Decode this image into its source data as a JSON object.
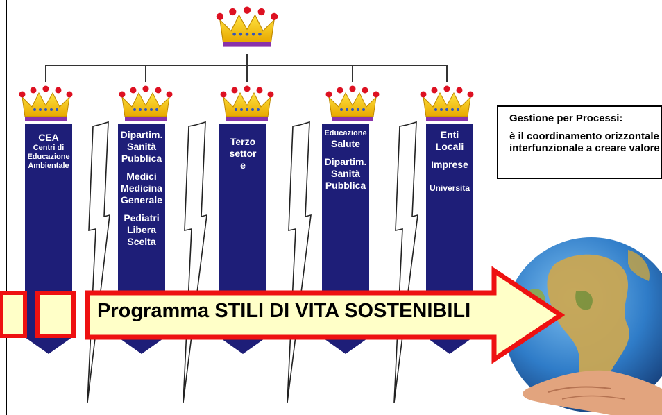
{
  "banners": [
    {
      "id": "cea",
      "lines": [
        {
          "text": "CEA",
          "size": "big"
        },
        {
          "text": "Centri di",
          "size": "small"
        },
        {
          "text": "Educazione",
          "size": "small"
        },
        {
          "text": "Ambientale",
          "size": "small"
        }
      ]
    },
    {
      "id": "dipartim",
      "lines": [
        {
          "text": "Dipartim.",
          "size": "big"
        },
        {
          "text": "Sanità",
          "size": "big"
        },
        {
          "text": "Pubblica",
          "size": "big"
        },
        {
          "text": "",
          "size": "gap"
        },
        {
          "text": "Medici",
          "size": "big"
        },
        {
          "text": "Medicina",
          "size": "big"
        },
        {
          "text": "Generale",
          "size": "big"
        },
        {
          "text": "",
          "size": "gap"
        },
        {
          "text": "Pediatri",
          "size": "big"
        },
        {
          "text": "Libera",
          "size": "big"
        },
        {
          "text": "Scelta",
          "size": "big"
        }
      ]
    },
    {
      "id": "terzo",
      "lines": [
        {
          "text": "Terzo",
          "size": "big"
        },
        {
          "text": "settor",
          "size": "big"
        },
        {
          "text": "e",
          "size": "big"
        }
      ]
    },
    {
      "id": "educazione",
      "lines": [
        {
          "text": "Educazione",
          "size": "small"
        },
        {
          "text": "Salute",
          "size": "big"
        },
        {
          "text": "",
          "size": "gap"
        },
        {
          "text": "Dipartim.",
          "size": "big"
        },
        {
          "text": "Sanità",
          "size": "big"
        },
        {
          "text": "Pubblica",
          "size": "big"
        }
      ]
    },
    {
      "id": "enti",
      "lines": [
        {
          "text": "Enti",
          "size": "big"
        },
        {
          "text": "Locali",
          "size": "big"
        },
        {
          "text": "",
          "size": "gap"
        },
        {
          "text": "Imprese",
          "size": "big"
        },
        {
          "text": "",
          "size": "gap"
        },
        {
          "text": "",
          "size": "gap"
        },
        {
          "text": "Universita",
          "size": "mid"
        }
      ]
    }
  ],
  "callout": {
    "title": "Gestione per Processi:",
    "body": "è il coordinamento orizzontale interfunzionale a creare valore"
  },
  "arrow": {
    "label": "Programma STILI DI VITA SOSTENIBILI"
  },
  "colors": {
    "banner": "#1e1e78",
    "arrow_fill": "#ffffc8",
    "arrow_stroke": "#ee1111",
    "crown_gold": "#f5c400",
    "crown_jewel": "#dd1122",
    "crown_band": "#8833aa",
    "ocean": "#3f8fd6",
    "land": "#c9a653"
  },
  "icons": [
    "crown-icon",
    "lightning-bolt-icon",
    "globe-icon",
    "hands-icon"
  ]
}
